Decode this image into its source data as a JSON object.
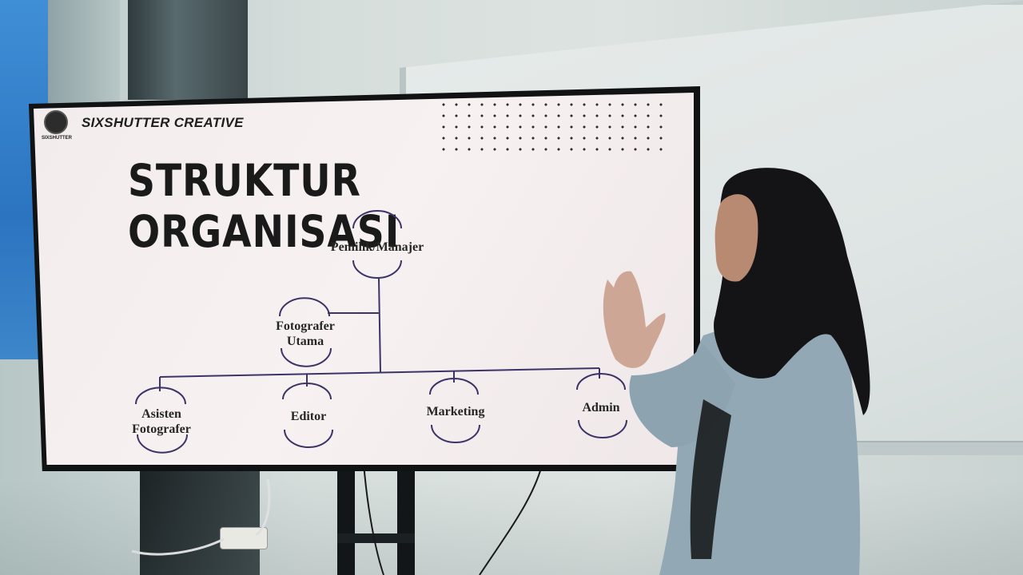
{
  "slide": {
    "brand": "SIXSHUTTER CREATIVE",
    "logo_text": "SIXSHUTTER",
    "title": "STRUKTUR ORGANISASI"
  },
  "org_chart": {
    "top": "Pemilik/Manajer",
    "side": "Fotografer Utama",
    "bottom": [
      "Asisten Fotografer",
      "Editor",
      "Marketing",
      "Admin"
    ]
  },
  "colors": {
    "slide_bg": "#f4eeee",
    "connector": "#3c3468",
    "title_text": "#1a1a1a",
    "hijab": "#141416",
    "shirt": "#93a8b5"
  },
  "icons": {
    "logo": "camera-aperture-icon"
  }
}
